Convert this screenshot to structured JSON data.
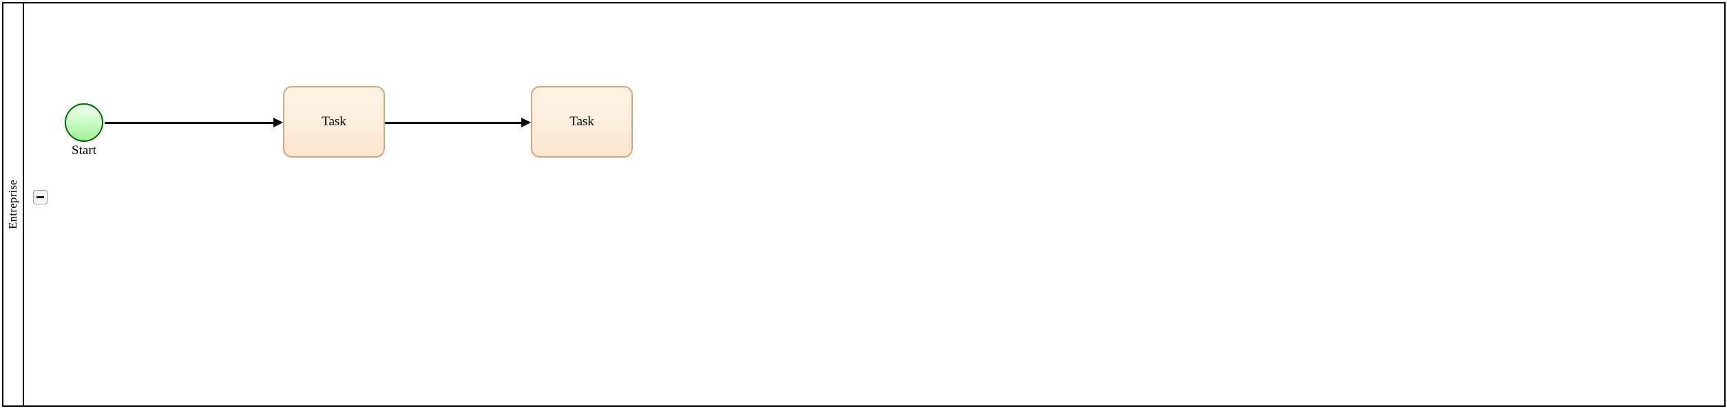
{
  "diagram": {
    "type": "bpmn-process",
    "background_color": "#ffffff",
    "pool": {
      "lane_label": "Entreprise",
      "border_color": "#000000",
      "collapse_button": {
        "name": "collapse-lane-button",
        "glyph": "minus",
        "state": "expanded",
        "fill_color": "#f7f7f7",
        "border_color": "#9a9a9a"
      }
    },
    "nodes": [
      {
        "id": "start-event",
        "kind": "start-event",
        "label": "Start",
        "fill_top_color": "#ddffdd",
        "fill_bottom_color": "#9ef094",
        "border_color": "#006600"
      },
      {
        "id": "task-1",
        "kind": "task",
        "label": "Task",
        "fill_top_color": "#fdf3e4",
        "fill_bottom_color": "#fbe6cd",
        "border_color": "#d2a679"
      },
      {
        "id": "task-2",
        "kind": "task",
        "label": "Task",
        "fill_top_color": "#fdf3e4",
        "fill_bottom_color": "#fbe6cd",
        "border_color": "#d2a679"
      }
    ],
    "flows": [
      {
        "id": "flow-1",
        "from": "start-event",
        "to": "task-1",
        "color": "#000000"
      },
      {
        "id": "flow-2",
        "from": "task-1",
        "to": "task-2",
        "color": "#000000"
      }
    ]
  }
}
